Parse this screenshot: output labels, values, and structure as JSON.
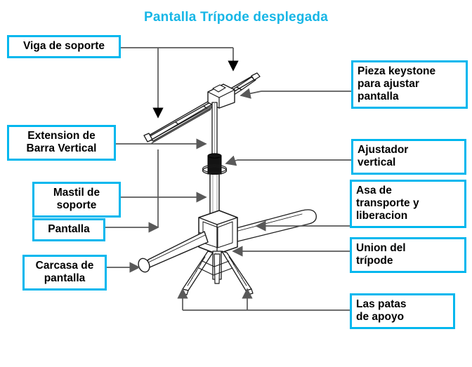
{
  "title": "Pantalla Trípode desplegada",
  "colors": {
    "title": "#17b6e6",
    "label_border": "#00b7ee",
    "label_text": "#000000",
    "leader_line": "#595959",
    "drawing": "#000000",
    "background": "#ffffff"
  },
  "labels": {
    "viga_de_soporte": "Viga de soporte",
    "extension_barra_vertical": "Extension de\nBarra Vertical",
    "mastil_de_soporte": "Mastil de\nsoporte",
    "pantalla": "Pantalla",
    "carcasa_de_pantalla": "Carcasa de\npantalla",
    "pieza_keystone": "Pieza keystone\npara ajustar\npantalla",
    "ajustador_vertical": "Ajustador\nvertical",
    "asa_de_transporte": "Asa de\ntransporte y\nliberacion",
    "union_del_tripode": "Union del\ntrípode",
    "las_patas_de_apoyo": "Las patas\nde apoyo"
  },
  "diagram": {
    "subject": "projection-screen-tripod-deployed",
    "parts": [
      "viga de soporte",
      "extension de barra vertical",
      "mastil de soporte",
      "pantalla",
      "carcasa de pantalla",
      "pieza keystone",
      "ajustador vertical",
      "asa de transporte y liberacion",
      "union del tripode",
      "patas de apoyo"
    ]
  }
}
